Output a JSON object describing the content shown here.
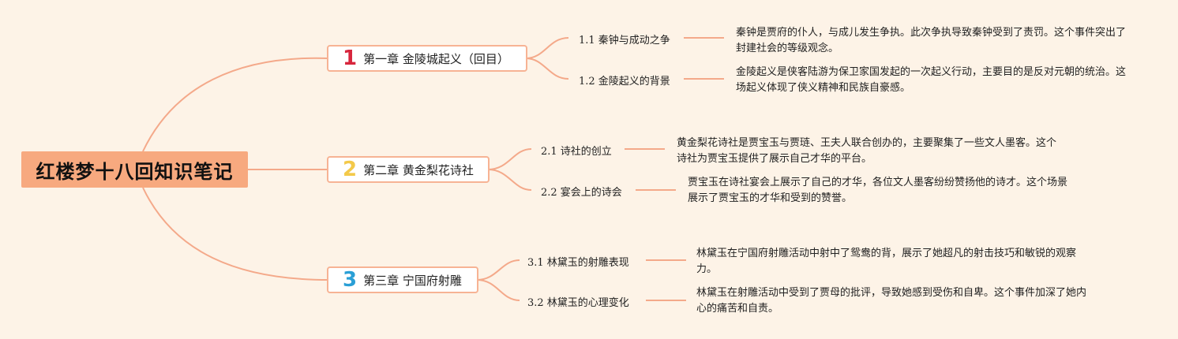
{
  "root": {
    "title": "红楼梦十八回知识笔记"
  },
  "chapters": [
    {
      "number": "1",
      "color": "#d7263d",
      "label": "第一章 金陵城起义（回目）",
      "subs": [
        {
          "label": "1.1 秦钟与成动之争",
          "note": "秦钟是贾府的仆人，与成儿发生争执。此次争执导致秦钟受到了责罚。这个事件突出了封建社会的等级观念。"
        },
        {
          "label": "1.2 金陵起义的背景",
          "note": "金陵起义是侠客陆游为保卫家国发起的一次起义行动，主要目的是反对元朝的统治。这场起义体现了侠义精神和民族自豪感。"
        }
      ]
    },
    {
      "number": "2",
      "color": "#f3c94a",
      "label": "第二章 黄金梨花诗社",
      "subs": [
        {
          "label": "2.1 诗社的创立",
          "note": "黄金梨花诗社是贾宝玉与贾琏、王夫人联合创办的，主要聚集了一些文人墨客。这个诗社为贾宝玉提供了展示自己才华的平台。"
        },
        {
          "label": "2.2 宴会上的诗会",
          "note": "贾宝玉在诗社宴会上展示了自己的才华，各位文人墨客纷纷赞扬他的诗才。这个场景展示了贾宝玉的才华和受到的赞誉。"
        }
      ]
    },
    {
      "number": "3",
      "color": "#2a9fd6",
      "label": "第三章 宁国府射雕",
      "subs": [
        {
          "label": "3.1 林黛玉的射雕表现",
          "note": "林黛玉在宁国府射雕活动中射中了鸳鸯的背，展示了她超凡的射击技巧和敏锐的观察力。"
        },
        {
          "label": "3.2 林黛玉的心理变化",
          "note": "林黛玉在射雕活动中受到了贾母的批评，导致她感到受伤和自卑。这个事件加深了她内心的痛苦和自责。"
        }
      ]
    }
  ],
  "colors": {
    "line": "#f4a98a",
    "root_bg": "#f7a97f",
    "background": "#fdf3e7"
  }
}
